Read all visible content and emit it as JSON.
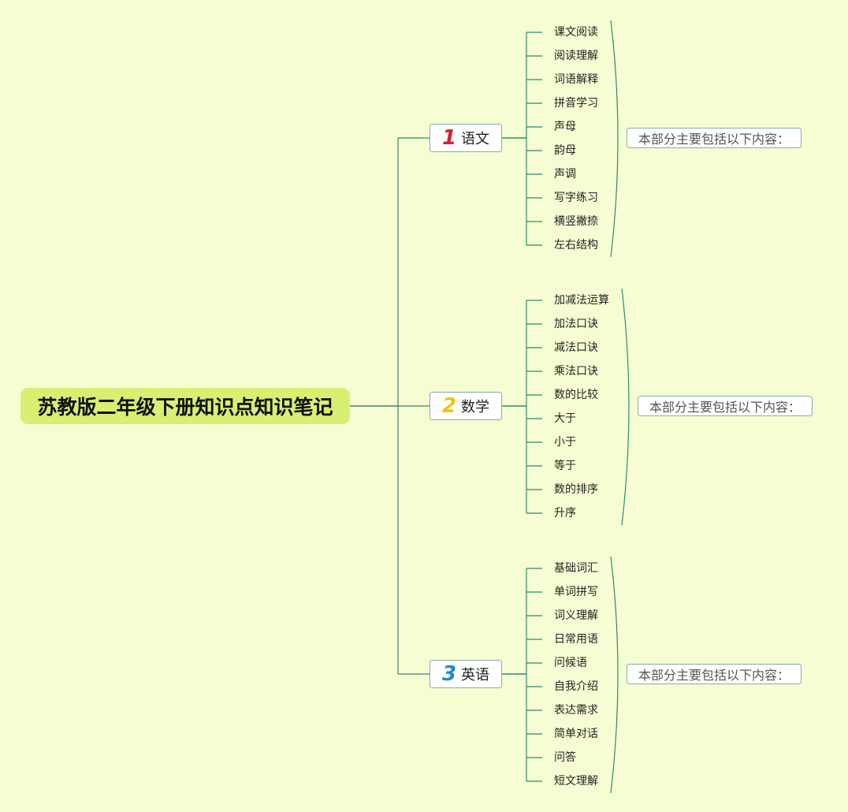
{
  "root": {
    "title": "苏教版二年级下册知识点知识笔记"
  },
  "colors": {
    "background": "#f6fdd3",
    "root_fill": "#d8ef72",
    "connector": "#2e8a6c",
    "num_1": "#d62033",
    "num_2": "#f1c40f",
    "num_3": "#1e88d8"
  },
  "branches": [
    {
      "number": "1",
      "label": "语文",
      "items": [
        "课文阅读",
        "阅读理解",
        "词语解释",
        "拼音学习",
        "声母",
        "韵母",
        "声调",
        "写字练习",
        "横竖撇捺",
        "左右结构"
      ],
      "summary": "本部分主要包括以下内容："
    },
    {
      "number": "2",
      "label": "数学",
      "items": [
        "加减法运算",
        "加法口诀",
        "减法口诀",
        "乘法口诀",
        "数的比较",
        "大于",
        "小于",
        "等于",
        "数的排序",
        "升序"
      ],
      "summary": "本部分主要包括以下内容："
    },
    {
      "number": "3",
      "label": "英语",
      "items": [
        "基础词汇",
        "单词拼写",
        "词义理解",
        "日常用语",
        "问候语",
        "自我介绍",
        "表达需求",
        "简单对话",
        "问答",
        "短文理解"
      ],
      "summary": "本部分主要包括以下内容："
    }
  ]
}
